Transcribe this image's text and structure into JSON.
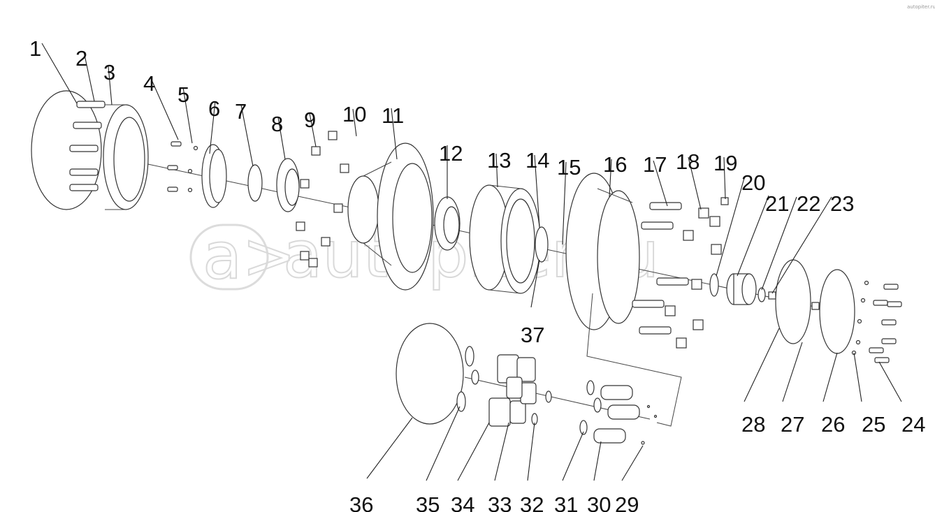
{
  "watermark": {
    "brand": "autopiter.ru",
    "corner": "autopiter.ru"
  },
  "callouts": [
    "1",
    "2",
    "3",
    "4",
    "5",
    "6",
    "7",
    "8",
    "9",
    "10",
    "11",
    "12",
    "13",
    "14",
    "15",
    "16",
    "17",
    "18",
    "19",
    "20",
    "21",
    "22",
    "23",
    "24",
    "25",
    "26",
    "27",
    "28",
    "29",
    "30",
    "31",
    "32",
    "33",
    "34",
    "35",
    "36",
    "37"
  ]
}
